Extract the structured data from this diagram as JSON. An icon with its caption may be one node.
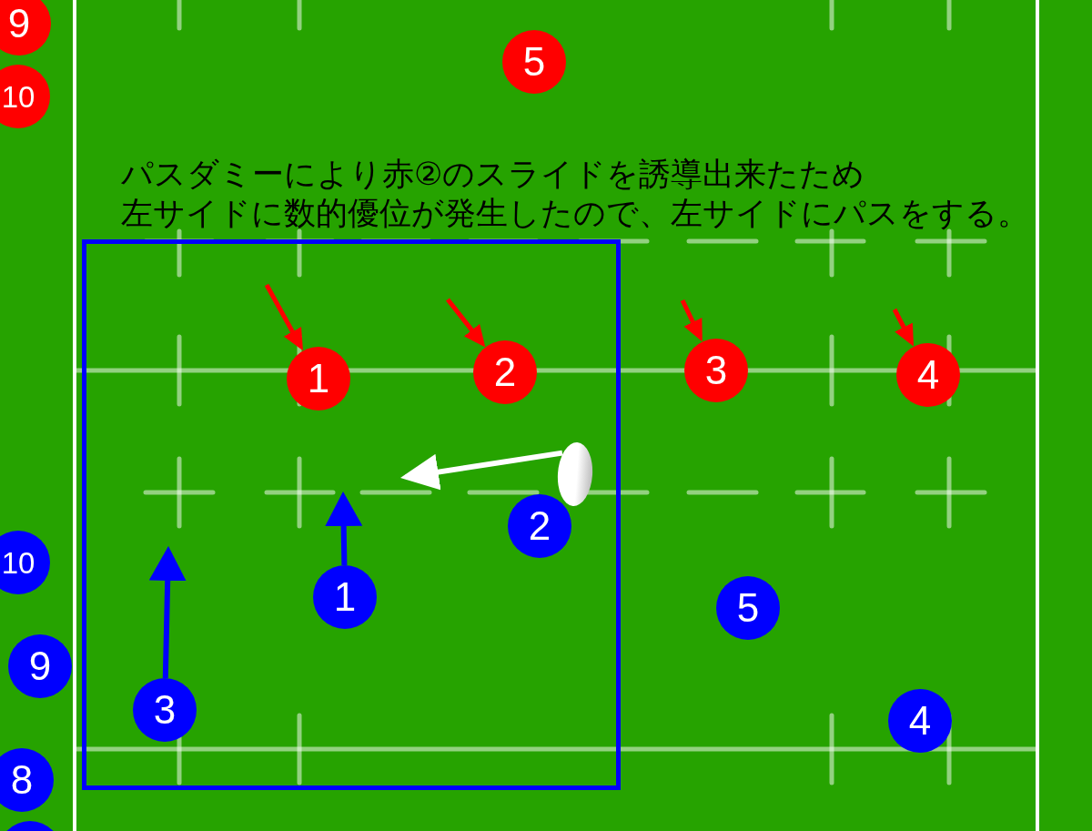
{
  "diagram": {
    "nodes": [
      {
        "text": [
          "9"
        ]
      },
      {
        "text": [
          "5"
        ]
      },
      {
        "text": [
          "10"
        ]
      },
      {
        "text": [],
        "shape": "box"
      },
      {
        "text": [
          "1"
        ],
        "in": 3
      },
      {
        "text": [
          "2"
        ],
        "in": 3
      },
      {
        "text": [
          "3"
        ]
      },
      {
        "text": [
          "4"
        ]
      },
      {
        "text": [],
        "shape": "ball",
        "in": 3
      },
      {
        "text": [
          "2"
        ],
        "in": 3
      },
      {
        "text": [
          "10"
        ]
      },
      {
        "text": [
          "1"
        ],
        "in": 3
      },
      {
        "text": [
          "5"
        ]
      },
      {
        "text": [
          "9"
        ]
      },
      {
        "text": [
          "3"
        ],
        "in": 3
      },
      {
        "text": [
          "4"
        ]
      },
      {
        "text": [
          "8"
        ]
      },
      {
        "text": [],
        "shape": "circle"
      }
    ],
    "edges": [
      {
        "from": null,
        "to": 4,
        "arrow": "to"
      },
      {
        "from": null,
        "to": 5,
        "arrow": "to"
      },
      {
        "from": null,
        "to": 6,
        "arrow": "to"
      },
      {
        "from": null,
        "to": 7,
        "arrow": "to"
      },
      {
        "from": 8,
        "to": null,
        "arrow": "to",
        "color": "#ffffff"
      },
      {
        "from": 11,
        "to": null,
        "arrow": "to",
        "color": "#0000ff"
      },
      {
        "from": 14,
        "to": null,
        "arrow": "to",
        "color": "#0000ff"
      }
    ],
    "labels": [
      "パスダミーにより赤②のスライドを誘導出来たため左サイドに数的優位が発生したので、左サイドにパスをする。"
    ]
  }
}
